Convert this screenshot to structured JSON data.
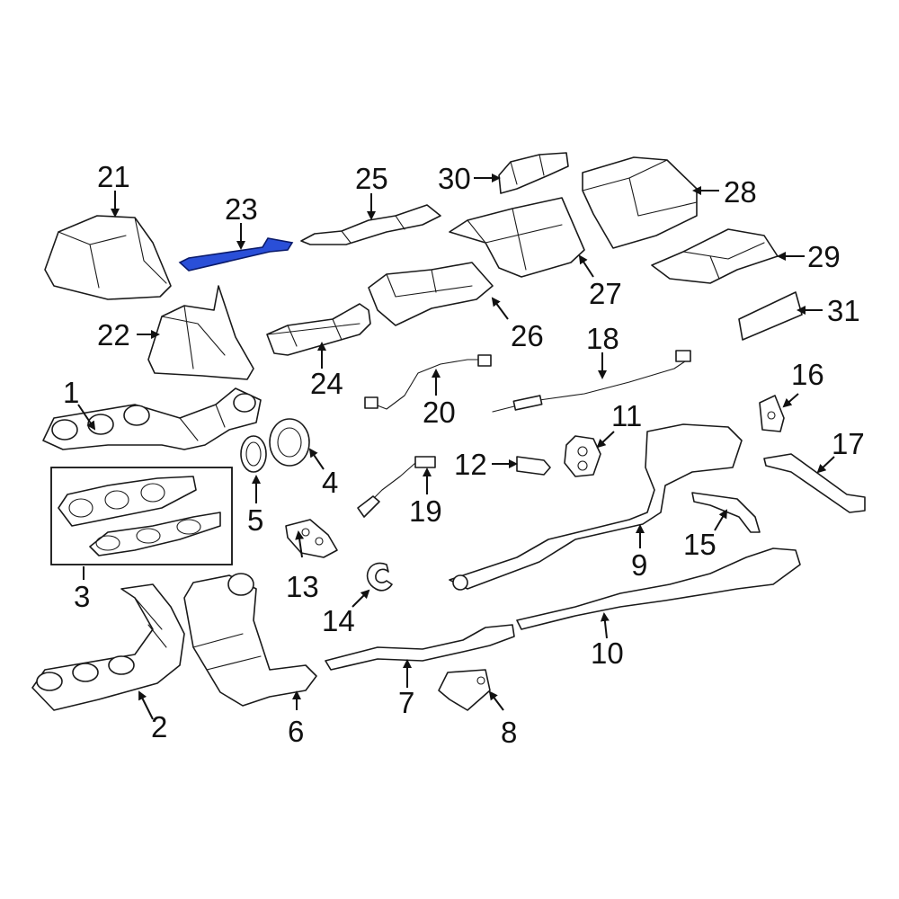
{
  "diagram": {
    "highlight_color": "#2a4fd8",
    "callouts": {
      "c1": "1",
      "c2": "2",
      "c3": "3",
      "c4": "4",
      "c5": "5",
      "c6": "6",
      "c7": "7",
      "c8": "8",
      "c9": "9",
      "c10": "10",
      "c11": "11",
      "c12": "12",
      "c13": "13",
      "c14": "14",
      "c15": "15",
      "c16": "16",
      "c17": "17",
      "c18": "18",
      "c19": "19",
      "c20": "20",
      "c21": "21",
      "c22": "22",
      "c23": "23",
      "c24": "24",
      "c25": "25",
      "c26": "26",
      "c27": "27",
      "c28": "28",
      "c29": "29",
      "c30": "30",
      "c31": "31"
    }
  }
}
